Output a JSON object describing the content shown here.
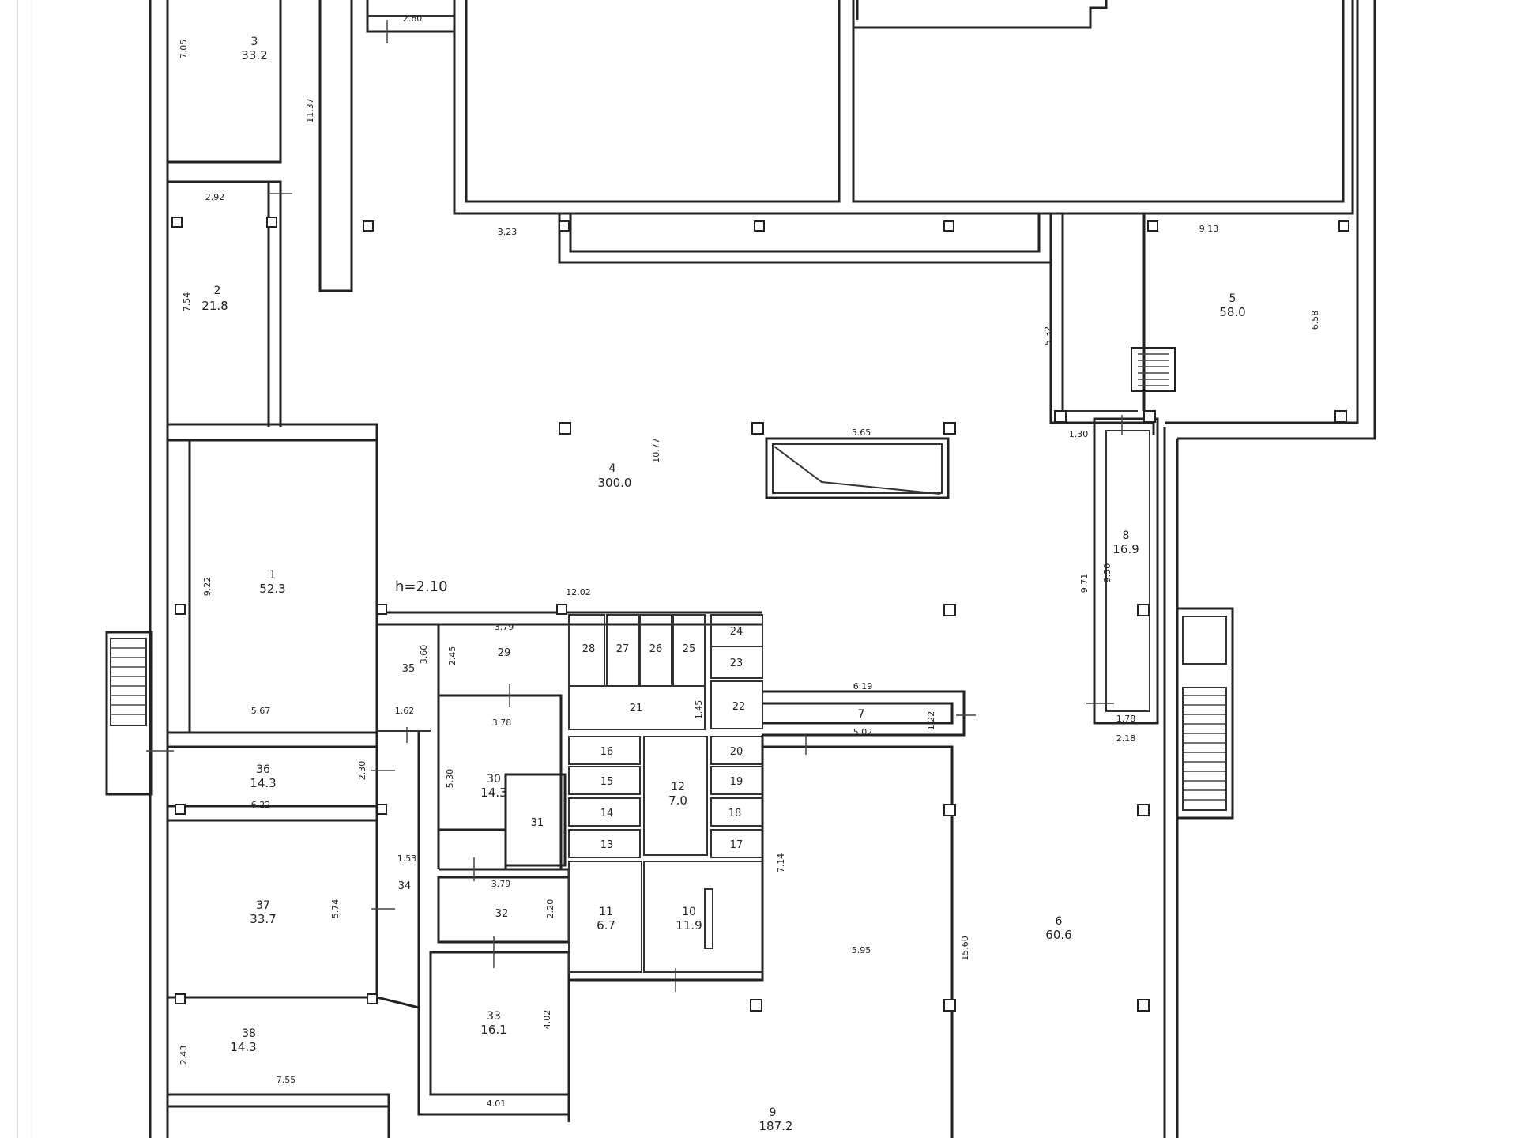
{
  "plan": {
    "rooms": [
      {
        "number": "3",
        "area": "33.2"
      },
      {
        "number": "2",
        "area": "21.8"
      },
      {
        "number": "1",
        "area": "52.3"
      },
      {
        "number": "4",
        "area": "300.0"
      },
      {
        "number": "5",
        "area": "58.0"
      },
      {
        "number": "8",
        "area": "16.9"
      },
      {
        "number": "36",
        "area": "14.3"
      },
      {
        "number": "37",
        "area": "33.7"
      },
      {
        "number": "38",
        "area": "14.3"
      },
      {
        "number": "30",
        "area": "14.3"
      },
      {
        "number": "12",
        "area": "7.0"
      },
      {
        "number": "11",
        "area": "6.7"
      },
      {
        "number": "10",
        "area": "11.9"
      },
      {
        "number": "33",
        "area": "16.1"
      },
      {
        "number": "6",
        "area": "60.6"
      },
      {
        "number": "9",
        "area": "187.2"
      },
      {
        "number": "7",
        "area": ""
      }
    ],
    "small_rooms": [
      "35",
      "29",
      "28",
      "27",
      "26",
      "25",
      "24",
      "23",
      "22",
      "21",
      "20",
      "19",
      "18",
      "17",
      "16",
      "15",
      "14",
      "13",
      "31",
      "32",
      "34"
    ],
    "height_note": "h=2.10",
    "dimensions": [
      "7.05",
      "2.60",
      "11.37",
      "2.92",
      "7.54",
      "3.23",
      "9.13",
      "5.32",
      "6.58",
      "10.77",
      "5.65",
      "1.30",
      "9.71",
      "9.50",
      "9.22",
      "12.02",
      "3.79",
      "2.45",
      "3.60",
      "6.19",
      "1.45",
      "5.67",
      "1.62",
      "3.78",
      "5.02",
      "1.22",
      "1.78",
      "2.18",
      "2.30",
      "6.22",
      "5.30",
      "1.53",
      "7.14",
      "5.74",
      "3.79",
      "2.20",
      "5.95",
      "15.60",
      "4.02",
      "2.43",
      "7.55",
      "4.01"
    ]
  }
}
